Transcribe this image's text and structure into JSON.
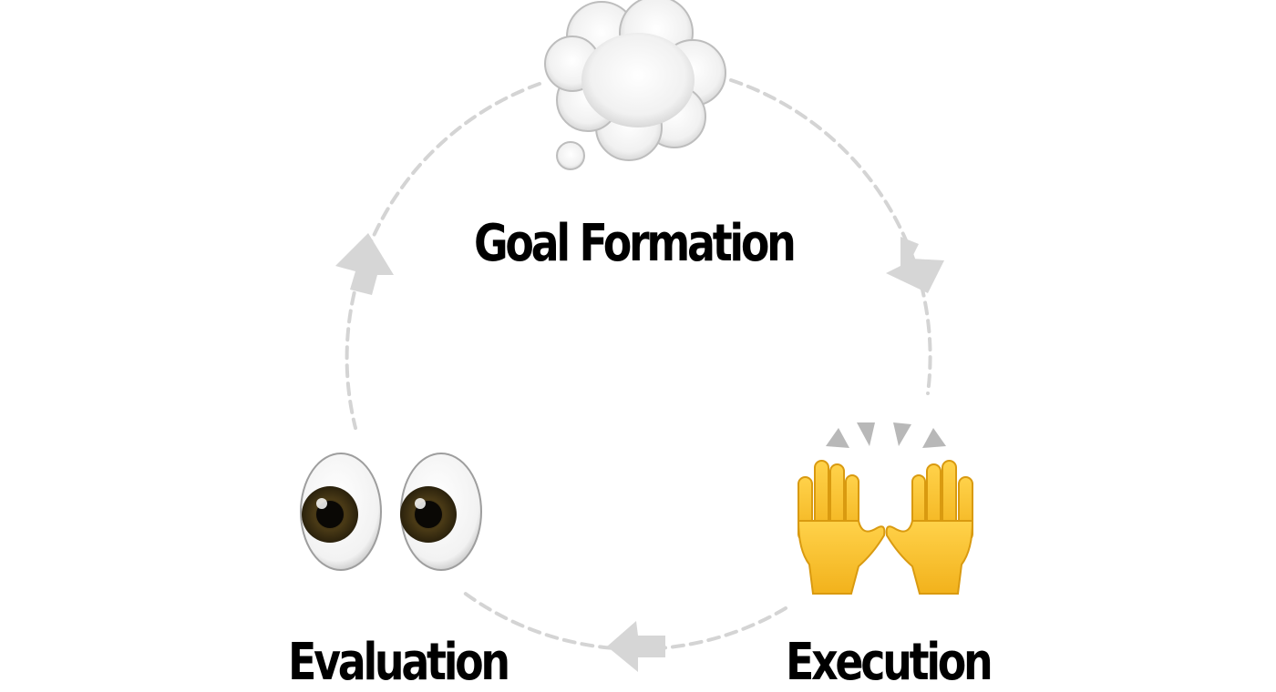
{
  "diagram": {
    "stages": [
      {
        "label": "Goal Formation",
        "icon": "thought-cloud-icon"
      },
      {
        "label": "Execution",
        "icon": "raised-hands-icon"
      },
      {
        "label": "Evaluation",
        "icon": "eyes-icon"
      }
    ],
    "colors": {
      "loop": "#d4d4d4",
      "arrow": "#d6d6d6",
      "text": "#000000",
      "hands": "#f6c12c",
      "iris": "#4a3a16"
    }
  }
}
